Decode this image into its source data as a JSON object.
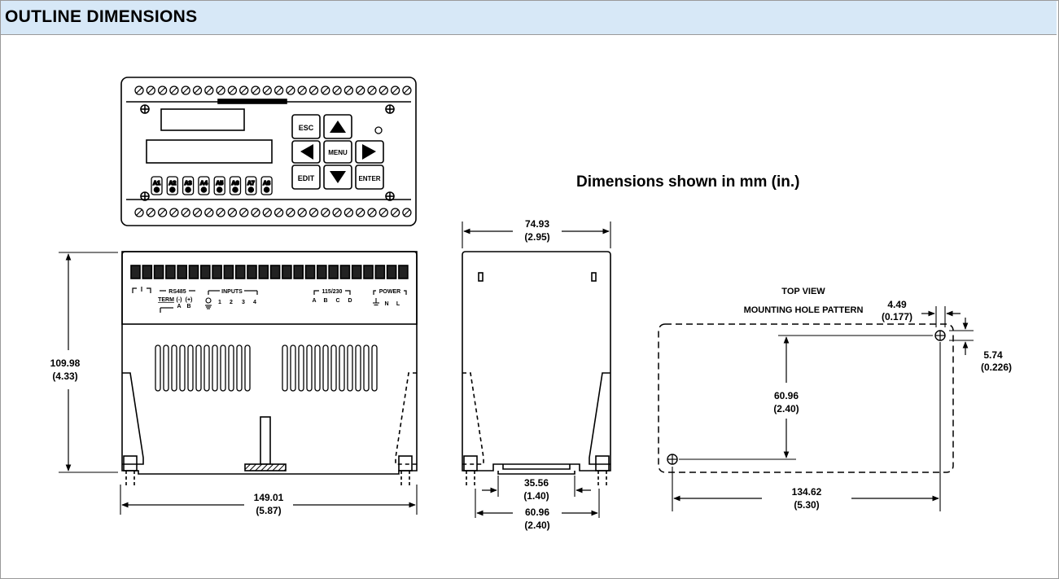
{
  "header": {
    "title": "OUTLINE DIMENSIONS"
  },
  "note": "Dimensions shown in mm (in.)",
  "front_panel": {
    "buttons": {
      "esc": "ESC",
      "menu": "MENU",
      "edit": "EDIT",
      "enter": "ENTER"
    },
    "leds": [
      "A1",
      "A2",
      "A3",
      "A4",
      "A5",
      "A6",
      "A7",
      "A8"
    ]
  },
  "terminal_labels": {
    "rs485": "RS485",
    "term": "TERM",
    "neg": "(-)",
    "pos": "(+)",
    "a": "A",
    "b": "B",
    "inputs": "INPUTS",
    "input_numbers": [
      "1",
      "2",
      "3",
      "4"
    ],
    "voltage": "115/230",
    "voltage_letters": [
      "A",
      "B",
      "C",
      "D"
    ],
    "power": "POWER",
    "n": "N",
    "l": "L"
  },
  "dimensions": {
    "height": {
      "mm": "109.98",
      "in": "(4.33)"
    },
    "width": {
      "mm": "149.01",
      "in": "(5.87)"
    },
    "depth": {
      "mm": "74.93",
      "in": "(2.95)"
    },
    "rail_inner": {
      "mm": "35.56",
      "in": "(1.40)"
    },
    "rail_outer": {
      "mm": "60.96",
      "in": "(2.40)"
    },
    "hole_offset_x": {
      "mm": "4.49",
      "in": "(0.177)"
    },
    "hole_offset_y": {
      "mm": "5.74",
      "in": "(0.226)"
    },
    "hole_spacing_v": {
      "mm": "60.96",
      "in": "(2.40)"
    },
    "hole_spacing_h": {
      "mm": "134.62",
      "in": "(5.30)"
    }
  },
  "top_view": {
    "title": "TOP VIEW",
    "subtitle": "MOUNTING HOLE PATTERN"
  }
}
